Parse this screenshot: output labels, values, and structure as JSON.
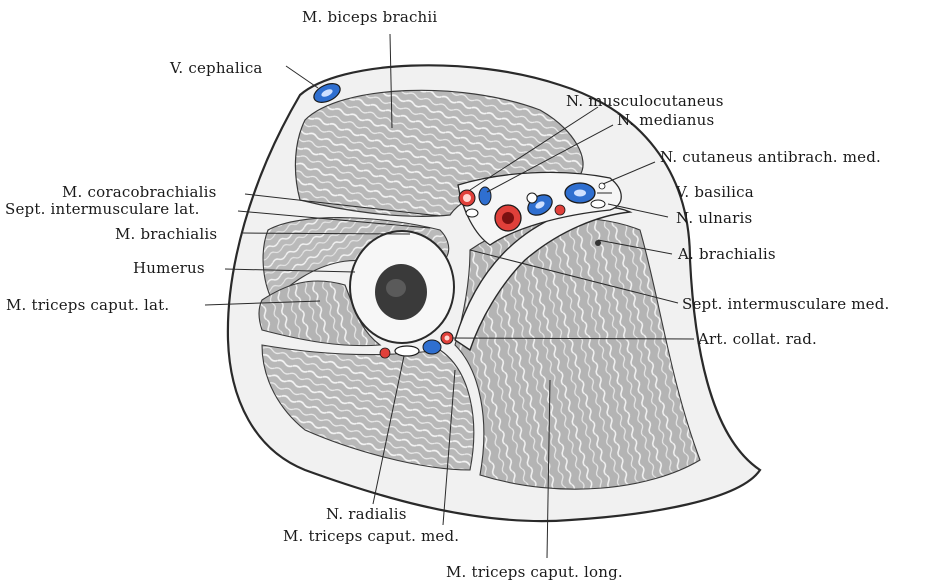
{
  "figure": {
    "labels": {
      "biceps": "M. biceps brachii",
      "cephalica": "V. cephalica",
      "musculocutaneus": "N. musculocutaneus",
      "medianus": "N. medianus",
      "cutaneus": "N. cutaneus antibrach. med.",
      "coracobrachialis": "M. coracobrachialis",
      "sept_lat": "Sept. intermusculare lat.",
      "basilica": "V. basilica",
      "ulnaris": "N. ulnaris",
      "brachialis": "M. brachialis",
      "a_brachialis": "A. brachialis",
      "humerus": "Humerus",
      "triceps_lat": "M. triceps caput. lat.",
      "sept_med": "Sept. intermusculare med.",
      "art_collat": "Art. collat. rad.",
      "radialis": "N. radialis",
      "triceps_med": "M. triceps caput. med.",
      "triceps_long": "M. triceps caput. long."
    },
    "colors": {
      "vein": "#2f6fd0",
      "artery": "#e0403a",
      "muscle": "#bdbdbd",
      "fascia": "#f2f2f2",
      "outline": "#2a2a2a"
    }
  }
}
